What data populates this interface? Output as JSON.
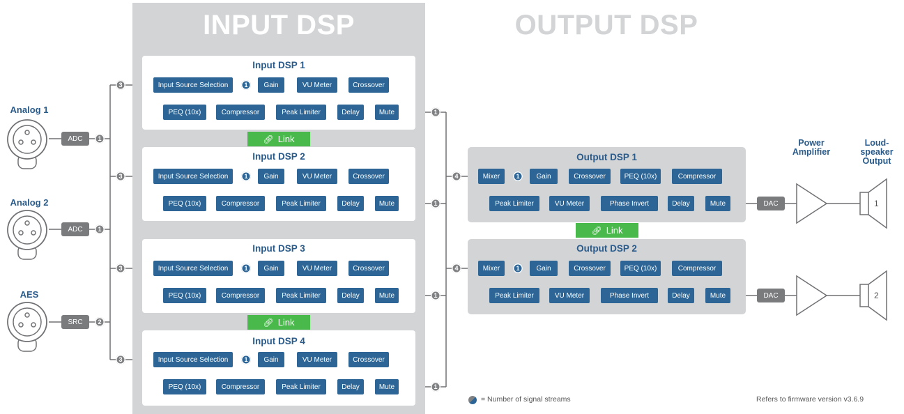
{
  "titles": {
    "input": "INPUT DSP",
    "output": "OUTPUT DSP"
  },
  "sources": [
    {
      "label": "Analog 1",
      "converter": "ADC",
      "streams": "1"
    },
    {
      "label": "Analog 2",
      "converter": "ADC",
      "streams": "1"
    },
    {
      "label": "AES",
      "converter": "SRC",
      "streams": "2"
    }
  ],
  "input_dsps": [
    {
      "title": "Input DSP 1",
      "in_streams": "3",
      "out_streams": "1"
    },
    {
      "title": "Input DSP 2",
      "in_streams": "3",
      "out_streams": "1"
    },
    {
      "title": "Input DSP 3",
      "in_streams": "3",
      "out_streams": "1"
    },
    {
      "title": "Input DSP 4",
      "in_streams": "3",
      "out_streams": "1"
    }
  ],
  "input_chain": {
    "row1": [
      "Input Source Selection",
      "Gain",
      "VU Meter",
      "Crossover"
    ],
    "row1_badge": "1",
    "row2": [
      "PEQ (10x)",
      "Compressor",
      "Peak Limiter",
      "Delay",
      "Mute"
    ]
  },
  "link_label": "Link",
  "output_dsps": [
    {
      "title": "Output DSP 1",
      "in_streams": "4",
      "converter": "DAC",
      "speaker": "1"
    },
    {
      "title": "Output DSP 2",
      "in_streams": "4",
      "converter": "DAC",
      "speaker": "2"
    }
  ],
  "output_chain": {
    "row1": [
      "Mixer",
      "Gain",
      "Crossover",
      "PEQ (10x)",
      "Compressor"
    ],
    "row1_badge": "1",
    "row2": [
      "Peak Limiter",
      "VU Meter",
      "Phase Invert",
      "Delay",
      "Mute"
    ]
  },
  "headers": {
    "amp_line1": "Power",
    "amp_line2": "Amplifier",
    "spk_line1": "Loud-",
    "spk_line2": "speaker",
    "spk_line3": "Output"
  },
  "legend": "= Number of signal streams",
  "firmware": "Refers to firmware version v3.6.9",
  "colors": {
    "dsp_block": "#2d6696",
    "title_blue": "#2a5b8a",
    "link_green": "#48b94a",
    "panel_gray": "#d3d4d6",
    "badge_gray": "#808183"
  }
}
